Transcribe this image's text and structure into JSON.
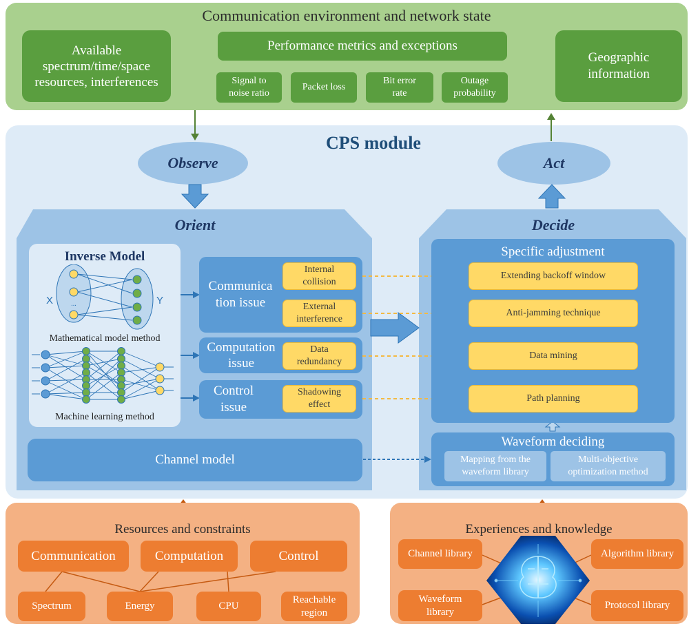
{
  "env": {
    "title": "Communication environment and network state",
    "available_box": [
      "Available",
      "spectrum/time/space",
      "resources, interferences"
    ],
    "performance": {
      "title": "Performance metrics and  exceptions",
      "items": [
        [
          "Signal to",
          "noise ratio"
        ],
        [
          "Packet loss"
        ],
        [
          "Bit error",
          "rate"
        ],
        [
          "Outage",
          "probability"
        ]
      ]
    },
    "geographic_box": [
      "Geographic",
      "information"
    ]
  },
  "cps": {
    "title": "CPS module",
    "observe": "Observe",
    "act": "Act"
  },
  "orient": {
    "title": "Orient",
    "inverse_model": {
      "title": "Inverse Model",
      "x_label": "X",
      "y_label": "Y",
      "ellipsis": "...",
      "math_caption": "Mathematical model method",
      "ml_caption": "Machine learning method"
    },
    "issues": [
      {
        "label": [
          "Communica",
          "tion issue"
        ],
        "causes": [
          [
            "Internal",
            "collision"
          ],
          [
            "External",
            "interference"
          ]
        ]
      },
      {
        "label": [
          "Computation",
          "issue"
        ],
        "causes": [
          [
            "Data",
            "redundancy"
          ]
        ]
      },
      {
        "label": [
          "Control",
          "issue"
        ],
        "causes": [
          [
            "Shadowing",
            "effect"
          ]
        ]
      }
    ],
    "channel_model": "Channel model"
  },
  "decide": {
    "title": "Decide",
    "specific_adjustment": {
      "title": "Specific adjustment",
      "items": [
        "Extending backoff window",
        "Anti-jamming technique",
        "Data mining",
        "Path planning"
      ]
    },
    "waveform": {
      "title": "Waveform deciding",
      "items": [
        [
          "Mapping from the",
          "waveform library"
        ],
        [
          "Multi-objective",
          "optimization method"
        ]
      ]
    }
  },
  "resources": {
    "title": "Resources and constraints",
    "top": [
      "Communication",
      "Computation",
      "Control"
    ],
    "bottom": [
      [
        "Spectrum"
      ],
      [
        "Energy"
      ],
      [
        "CPU"
      ],
      [
        "Reachable",
        "region"
      ]
    ]
  },
  "experiences": {
    "title": "Experiences and knowledge",
    "libraries": [
      [
        "Channel library"
      ],
      [
        "Waveform",
        "library"
      ],
      [
        "Algorithm library"
      ],
      [
        "Protocol library"
      ]
    ]
  },
  "colors": {
    "env_bg": "#a9d08e",
    "env_box": "#5a9e3f",
    "cps_bg": "#deebf7",
    "panel": "#9dc3e6",
    "box_blue": "#5b9bd5",
    "yellow": "#ffd966",
    "orange": "#ed7d31",
    "orange_bg": "#f4b183",
    "title_blue": "#1f4e79"
  }
}
